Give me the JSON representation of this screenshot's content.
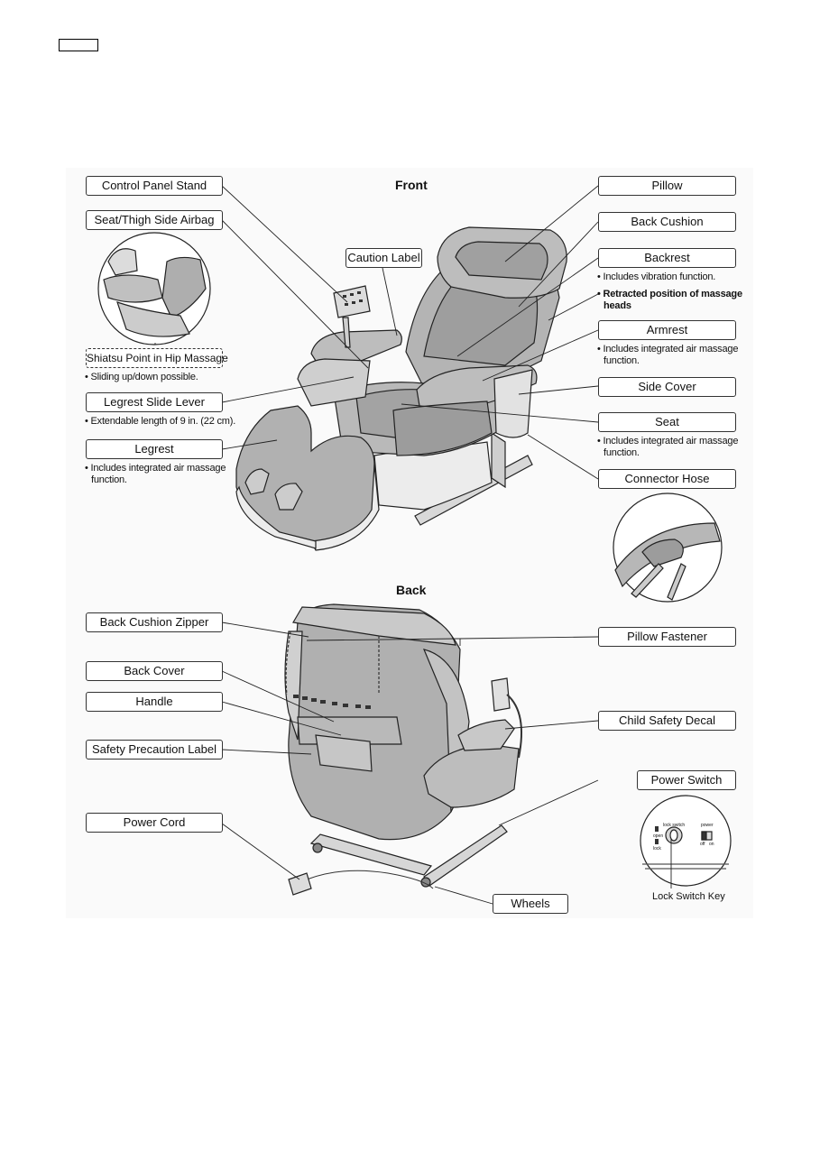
{
  "headings": {
    "front": "Front",
    "back": "Back"
  },
  "front_labels": {
    "control_panel_stand": "Control Panel Stand",
    "seat_thigh_side_airbag": "Seat/Thigh Side Airbag",
    "caution_label": "Caution Label",
    "shiatsu_point": "Shiatsu Point in Hip Massage",
    "shiatsu_note": "• Sliding up/down possible.",
    "legrest_slide_lever": "Legrest Slide Lever",
    "legrest_slide_note": "• Extendable length of 9 in. (22 cm).",
    "legrest": "Legrest",
    "legrest_note_1": "• Includes integrated air massage",
    "legrest_note_2": "function.",
    "pillow": "Pillow",
    "back_cushion": "Back Cushion",
    "backrest": "Backrest",
    "backrest_note_1": "• Includes vibration function.",
    "backrest_note_2": "• Retracted position of massage",
    "backrest_note_3": "heads",
    "armrest": "Armrest",
    "armrest_note_1": "• Includes integrated air massage",
    "armrest_note_2": "function.",
    "side_cover": "Side Cover",
    "seat": "Seat",
    "seat_note_1": "• Includes integrated air massage",
    "seat_note_2": "function.",
    "connector_hose": "Connector Hose"
  },
  "back_labels": {
    "back_cushion_zipper": "Back Cushion Zipper",
    "back_cover": "Back Cover",
    "handle": "Handle",
    "safety_precaution_label": "Safety Precaution Label",
    "power_cord": "Power Cord",
    "pillow_fastener": "Pillow Fastener",
    "child_safety_decal": "Child Safety Decal",
    "power_switch": "Power Switch",
    "wheels": "Wheels",
    "lock_switch_key": "Lock Switch Key"
  },
  "switch_panel": {
    "lock_switch": "lock switch",
    "open": "open",
    "lock": "lock",
    "power": "power",
    "off": "off",
    "on": "on"
  }
}
